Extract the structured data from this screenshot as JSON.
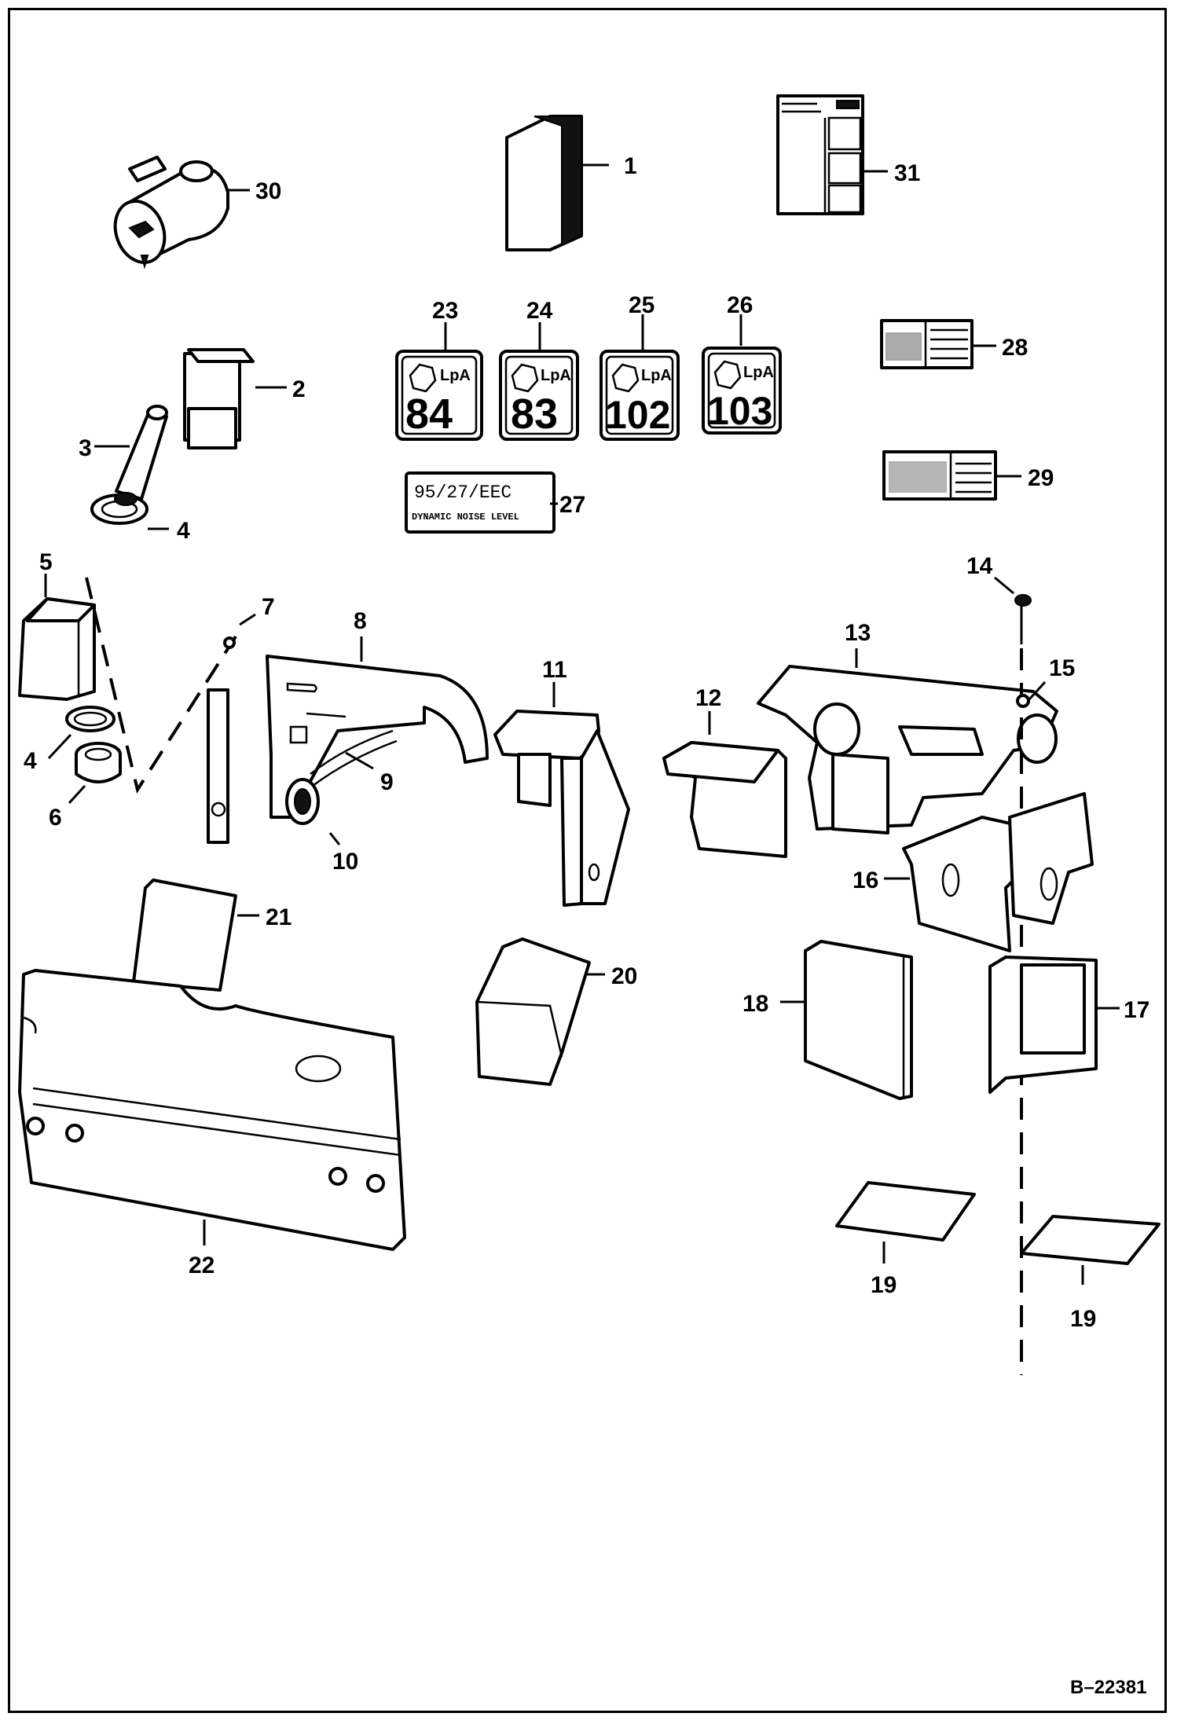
{
  "drawing_number": "B–22381",
  "callouts": {
    "c1": "1",
    "c2": "2",
    "c3": "3",
    "c4a": "4",
    "c4b": "4",
    "c5": "5",
    "c6": "6",
    "c7": "7",
    "c8": "8",
    "c9": "9",
    "c10": "10",
    "c11": "11",
    "c12": "12",
    "c13": "13",
    "c14": "14",
    "c15": "15",
    "c16": "16",
    "c17": "17",
    "c18": "18",
    "c19a": "19",
    "c19b": "19",
    "c20": "20",
    "c21": "21",
    "c22": "22",
    "c23": "23",
    "c24": "24",
    "c25": "25",
    "c26": "26",
    "c27": "27",
    "c28": "28",
    "c29": "29",
    "c30": "30",
    "c31": "31"
  },
  "decals": {
    "d23_value": "84",
    "d24_value": "83",
    "d25_value": "102",
    "d26_value": "103",
    "lpa": "LpA",
    "d27_line1": "95/27/EEC",
    "d27_line2": "DYNAMIC NOISE LEVEL"
  }
}
